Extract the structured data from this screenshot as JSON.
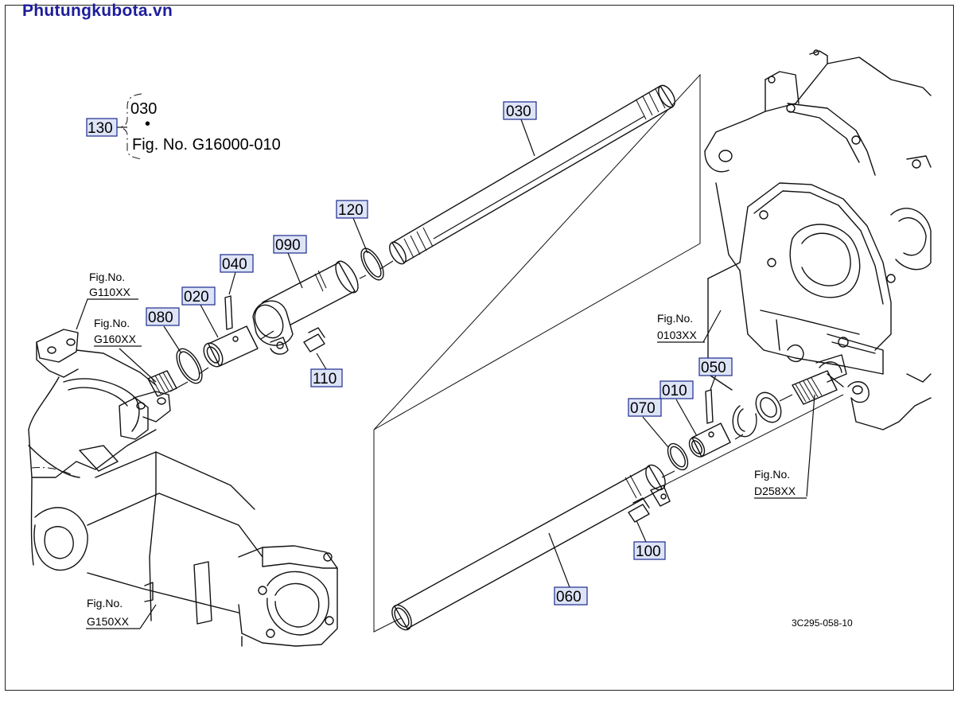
{
  "brand": "Phutungkubota.vn",
  "part_tags": [
    {
      "id": "030-top",
      "label": "030"
    },
    {
      "id": "120",
      "label": "120"
    },
    {
      "id": "090",
      "label": "090"
    },
    {
      "id": "040",
      "label": "040"
    },
    {
      "id": "020",
      "label": "020"
    },
    {
      "id": "080",
      "label": "080"
    },
    {
      "id": "110",
      "label": "110"
    },
    {
      "id": "050",
      "label": "050"
    },
    {
      "id": "010",
      "label": "010"
    },
    {
      "id": "070",
      "label": "070"
    },
    {
      "id": "100",
      "label": "100"
    },
    {
      "id": "060",
      "label": "060"
    },
    {
      "id": "130",
      "label": "130"
    }
  ],
  "legend_130": {
    "line1": "030",
    "dot": "•",
    "line2": "Fig. No. G16000-010"
  },
  "fig_refs": [
    {
      "id": "g110",
      "line1": "Fig.No.",
      "line2": "G110XX"
    },
    {
      "id": "g160",
      "line1": "Fig.No.",
      "line2": "G160XX"
    },
    {
      "id": "g150",
      "line1": "Fig.No.",
      "line2": "G150XX"
    },
    {
      "id": "0103",
      "line1": "Fig.No.",
      "line2": "0103XX"
    },
    {
      "id": "d258",
      "line1": "Fig.No.",
      "line2": "D258XX"
    }
  ],
  "drawing_code": "3C295-058-10"
}
